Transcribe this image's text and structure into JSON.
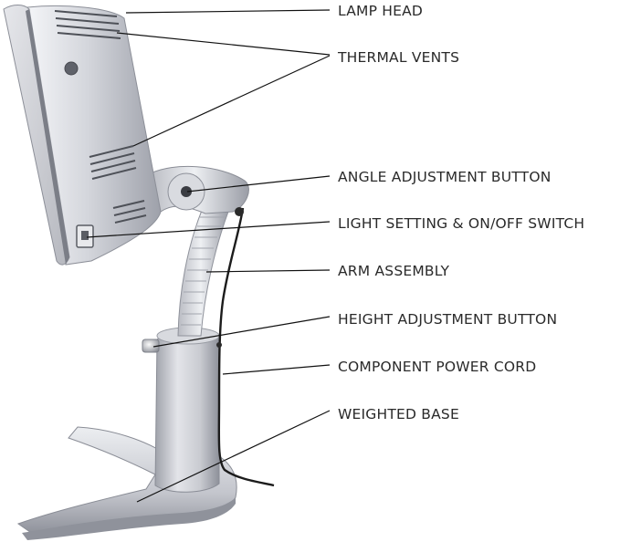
{
  "diagram": {
    "colors": {
      "silver_light": "#e9eaee",
      "silver_mid": "#c3c5cc",
      "silver_dark": "#8f929b",
      "cord": "#1c1c1c",
      "leader": "#111111",
      "text": "#2a2a2a"
    },
    "labels": [
      {
        "id": "lamp-head",
        "text": "LAMP HEAD"
      },
      {
        "id": "thermal-vents",
        "text": "THERMAL VENTS"
      },
      {
        "id": "angle-adjustment-button",
        "text": "ANGLE ADJUSTMENT BUTTON"
      },
      {
        "id": "light-setting-switch",
        "text": "LIGHT SETTING & ON/OFF SWITCH"
      },
      {
        "id": "arm-assembly",
        "text": "ARM ASSEMBLY"
      },
      {
        "id": "height-adjustment-button",
        "text": "HEIGHT ADJUSTMENT BUTTON"
      },
      {
        "id": "component-power-cord",
        "text": "COMPONENT POWER CORD"
      },
      {
        "id": "weighted-base",
        "text": "WEIGHTED BASE"
      }
    ]
  }
}
